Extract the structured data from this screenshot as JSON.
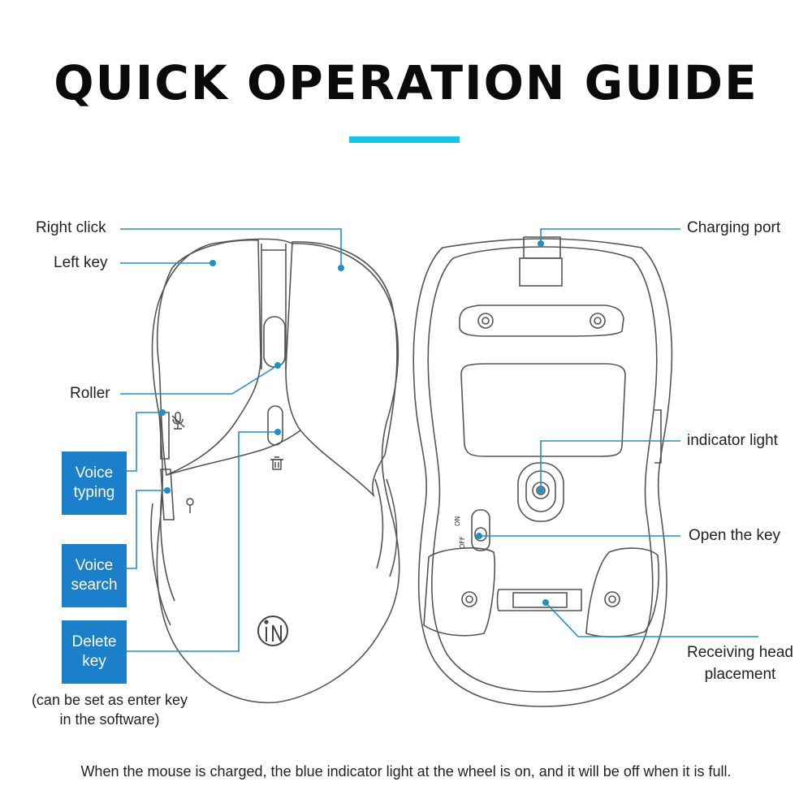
{
  "title": "QUICK OPERATION GUIDE",
  "colors": {
    "accent": "#14c6e3",
    "callout_line": "#1e90c8",
    "box_fill": "#1b7fc9",
    "outline": "#555555"
  },
  "left_labels": {
    "right_click": "Right click",
    "left_key": "Left key",
    "roller": "Roller"
  },
  "boxes": {
    "voice_typing": [
      "Voice",
      "typing"
    ],
    "voice_search": [
      "Voice",
      "search"
    ],
    "delete_key": [
      "Delete",
      "key"
    ]
  },
  "note": [
    "(can be set as enter key",
    "in the software)"
  ],
  "right_labels": {
    "charging_port": "Charging port",
    "indicator_light": "indicator light",
    "open_the_key": "Open the key",
    "receiving_head": [
      "Receiving head",
      "placement"
    ]
  },
  "switch_text": {
    "on": "ON",
    "off": "OFF"
  },
  "footer": "When the mouse is charged, the blue indicator light at the wheel is on, and it will be off when it is full.",
  "icons": [
    "microphone-icon",
    "trash-icon",
    "search-icon",
    "brand-logo-icon"
  ]
}
